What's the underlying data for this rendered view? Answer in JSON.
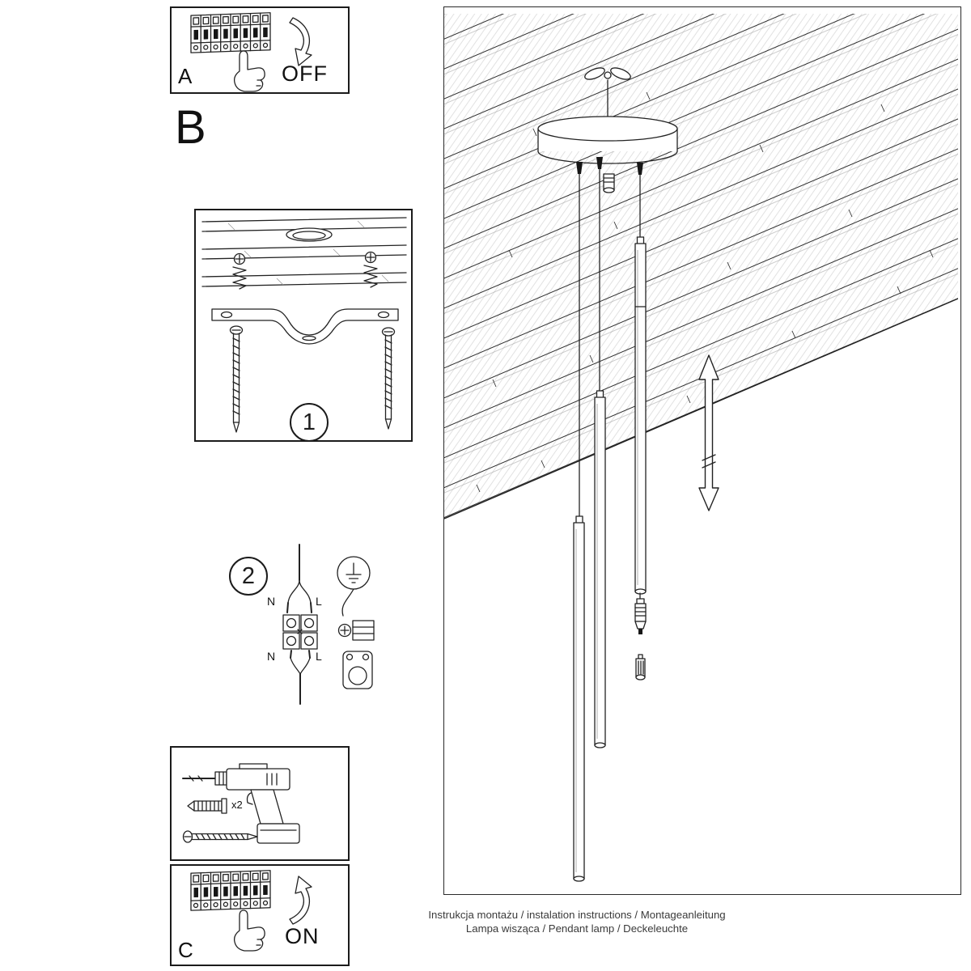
{
  "colors": {
    "ink": "#222222",
    "paper": "#ffffff"
  },
  "panels": {
    "a": {
      "label": "A",
      "action": "OFF"
    },
    "b": {
      "label": "B"
    },
    "step1": {
      "number": "1"
    },
    "step2": {
      "number": "2",
      "labels": {
        "n_top": "N",
        "l_top": "L",
        "n_bottom": "N",
        "l_bottom": "L"
      }
    },
    "drill": {
      "quantity": "x2"
    },
    "c": {
      "label": "C",
      "action": "ON"
    }
  },
  "captions": {
    "line1": "Instrukcja montażu / instalation instructions / Montageanleitung",
    "line2": "Lampa wisząca / Pendant lamp / Deckeleuchte"
  }
}
